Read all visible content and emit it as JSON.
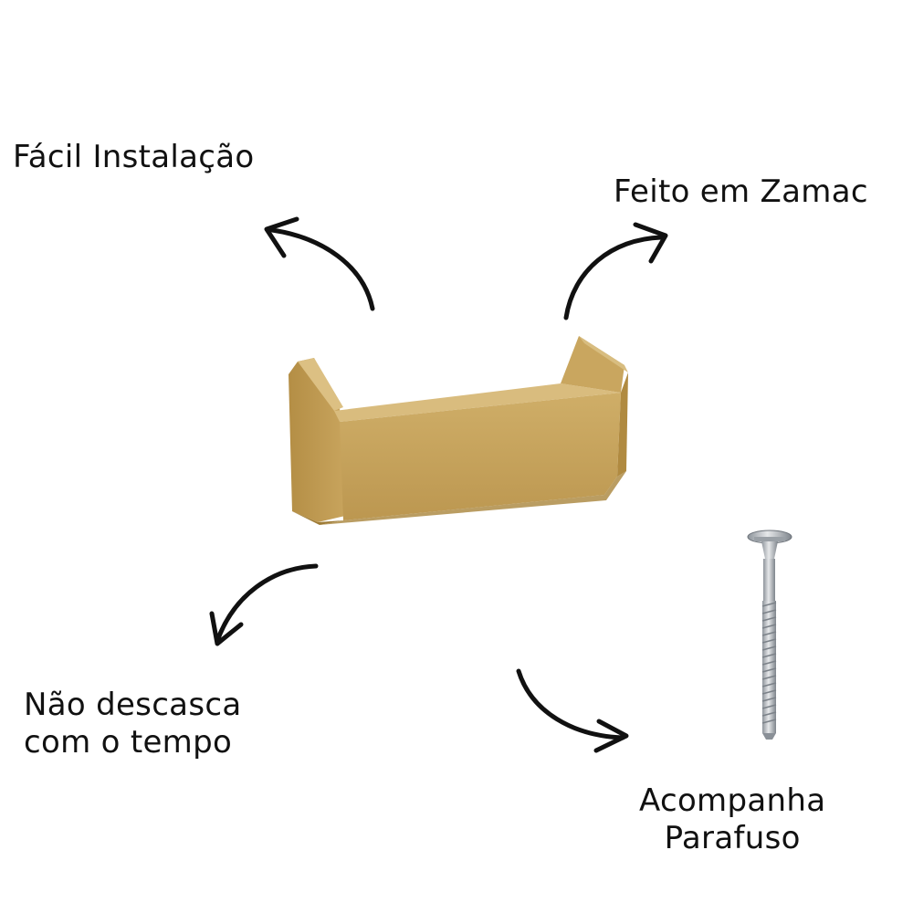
{
  "features": {
    "easy_install": "Fácil Instalação",
    "zamac": "Feito em Zamac",
    "no_peel": {
      "line1": "Não descasca",
      "line2": "com o tempo"
    },
    "screw": {
      "line1": "Acompanha",
      "line2": "Parafuso"
    }
  },
  "colors": {
    "handle_front": "#c4a056",
    "handle_side": "#b89246",
    "handle_top": "#d6b879",
    "handle_shadow": "#a6823a",
    "arrow": "#111111",
    "screw": "#b8bcc2"
  },
  "icons": {
    "product": "gold-handle-image",
    "screw": "screw-image",
    "arrows": "curved-arrow-icon"
  }
}
